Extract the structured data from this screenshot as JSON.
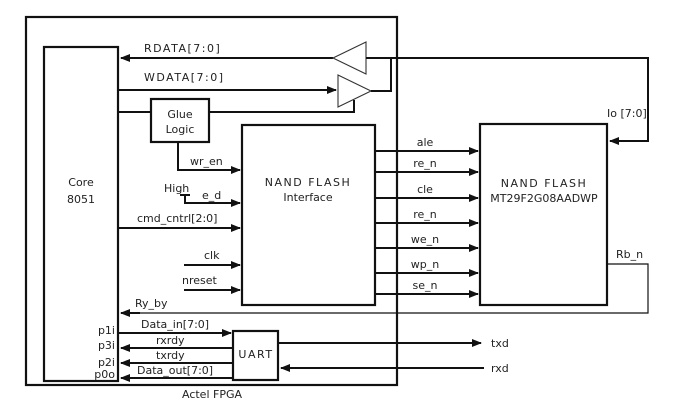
{
  "diagram": {
    "fpga": {
      "label": "Actel FPGA"
    },
    "core": {
      "line1": "Core",
      "line2": "8051"
    },
    "glue": {
      "line1": "Glue",
      "line2": "Logic"
    },
    "interface": {
      "line1": "NAND FLASH",
      "line2": "Interface"
    },
    "flash": {
      "line1": "NAND FLASH",
      "line2": "MT29F2G08AADWP"
    },
    "uart": {
      "label": "UART"
    },
    "buses": {
      "rdata": "RDATA[7:0]",
      "wdata": "WDATA[7:0]",
      "io": "Io [7:0]"
    },
    "inputs": {
      "wr_en": "wr_en",
      "high": "High",
      "e_d": "e_d",
      "cmd_cntrl": "cmd_cntrl[2:0]",
      "clk": "clk",
      "nreset": "nreset"
    },
    "outputs": [
      {
        "label": "ale"
      },
      {
        "label": "re_n"
      },
      {
        "label": "cle"
      },
      {
        "label": "re_n"
      },
      {
        "label": "we_n"
      },
      {
        "label": "wp_n"
      },
      {
        "label": "se_n"
      }
    ],
    "status": {
      "rb_n": "Rb_n",
      "ry_by": "Ry_by"
    },
    "ports": {
      "p1i": "p1i",
      "p3i": "p3i",
      "p2i": "p2i",
      "p0o": "p0o"
    },
    "uart_signals": {
      "data_in": "Data_in[7:0]",
      "rxrdy": "rxrdy",
      "txrdy": "txrdy",
      "data_out": "Data_out[7:0]",
      "txd": "txd",
      "rxd": "rxd"
    }
  }
}
